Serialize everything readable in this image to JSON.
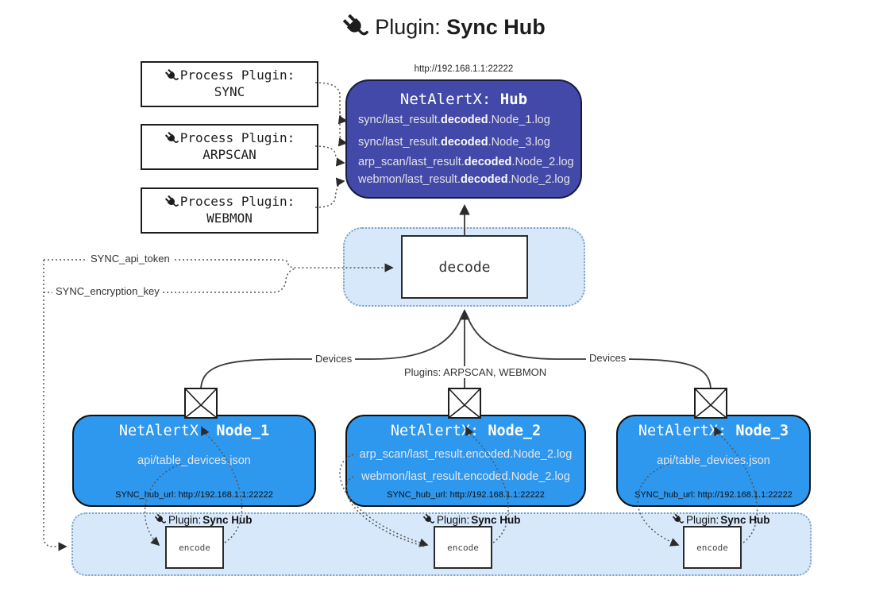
{
  "title": {
    "prefix": "Plugin:",
    "bold": "Sync Hub"
  },
  "process_plugins": [
    {
      "label": "Process Plugin:",
      "name": "SYNC"
    },
    {
      "label": "Process Plugin:",
      "name": "ARPSCAN"
    },
    {
      "label": "Process Plugin:",
      "name": "WEBMON"
    }
  ],
  "hub": {
    "url": "http://192.168.1.1:22222",
    "title_prefix": "NetAlertX: ",
    "title_bold": "Hub",
    "logs": [
      {
        "pre": "sync/last_result.",
        "bold": "decoded",
        "post": ".Node_1.log"
      },
      {
        "pre": "sync/last_result.",
        "bold": "decoded",
        "post": ".Node_3.log"
      },
      {
        "pre": "arp_scan/last_result.",
        "bold": "decoded",
        "post": ".Node_2.log"
      },
      {
        "pre": "webmon/last_result.",
        "bold": "decoded",
        "post": ".Node_2.log"
      }
    ]
  },
  "decode": {
    "label": "decode"
  },
  "secrets": {
    "api_token": "SYNC_api_token",
    "encryption_key": "SYNC_encryption_key"
  },
  "edge_labels": {
    "devices_left": "Devices",
    "devices_right": "Devices",
    "plugins_mid": "Plugins: ARPSCAN, WEBMON"
  },
  "nodes": [
    {
      "title_prefix": "NetAlertX: ",
      "title_bold": "Node_1",
      "files": [
        "api/table_devices.json"
      ],
      "hub_url": "SYNC_hub_url: http://192.168.1.1:22222"
    },
    {
      "title_prefix": "NetAlertX: ",
      "title_bold": "Node_2",
      "files": [
        "arp_scan/last_result.encoded.Node_2.log",
        "webmon/last_result.encoded.Node_2.log"
      ],
      "hub_url": "SYNC_hub_url: http://192.168.1.1:22222"
    },
    {
      "title_prefix": "NetAlertX: ",
      "title_bold": "Node_3",
      "files": [
        "api/table_devices.json"
      ],
      "hub_url": "SYNC_hub_url: http://192.168.1.1:22222"
    }
  ],
  "encoders": [
    {
      "label_prefix": "Plugin: ",
      "label_bold": "Sync Hub",
      "box_label": "encode"
    },
    {
      "label_prefix": "Plugin: ",
      "label_bold": "Sync Hub",
      "box_label": "encode"
    },
    {
      "label_prefix": "Plugin: ",
      "label_bold": "Sync Hub",
      "box_label": "encode"
    }
  ],
  "colors": {
    "hub_fill": "#4349a8",
    "node_fill": "#2e97ee",
    "band_fill": "#d7e8fa",
    "band_border": "#7fa3c8",
    "connector": "#3a3a3a"
  }
}
